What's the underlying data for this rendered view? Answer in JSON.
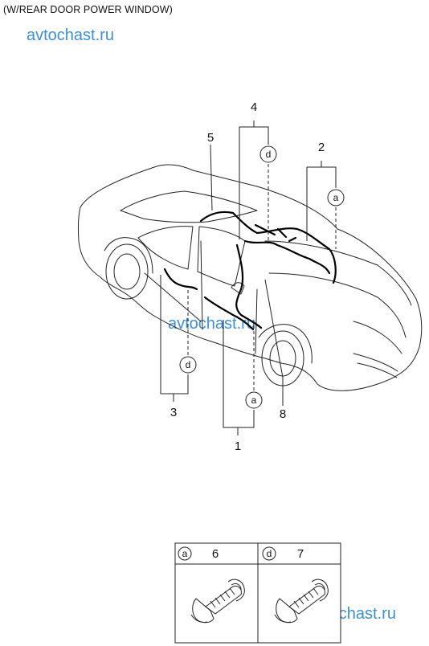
{
  "caption": "(W/REAR DOOR POWER WINDOW)",
  "watermark": "avtochast.ru",
  "callouts": {
    "n1": "1",
    "n2": "2",
    "n3": "3",
    "n4": "4",
    "n5": "5",
    "n8": "8"
  },
  "connectors": {
    "a": "a",
    "d": "d"
  },
  "legend": {
    "left_letter": "a",
    "left_number": "6",
    "right_letter": "d",
    "right_number": "7"
  }
}
